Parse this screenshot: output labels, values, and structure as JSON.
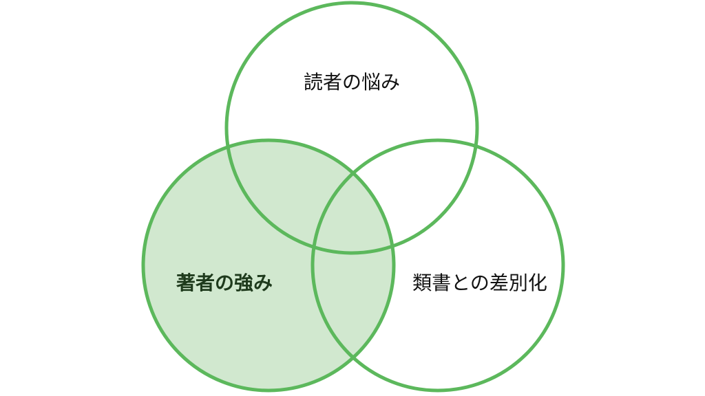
{
  "diagram": {
    "type": "venn",
    "colors": {
      "stroke": "#5cb85c",
      "highlight_fill": "#d1e8cf",
      "background": "#ffffff",
      "highlight_text": "#1e3a1c",
      "text": "#111111"
    },
    "circles": [
      {
        "id": "top",
        "label": "読者の悩み",
        "highlighted": false
      },
      {
        "id": "left",
        "label": "著者の強み",
        "highlighted": true
      },
      {
        "id": "right",
        "label": "類書との差別化",
        "highlighted": false
      }
    ]
  }
}
